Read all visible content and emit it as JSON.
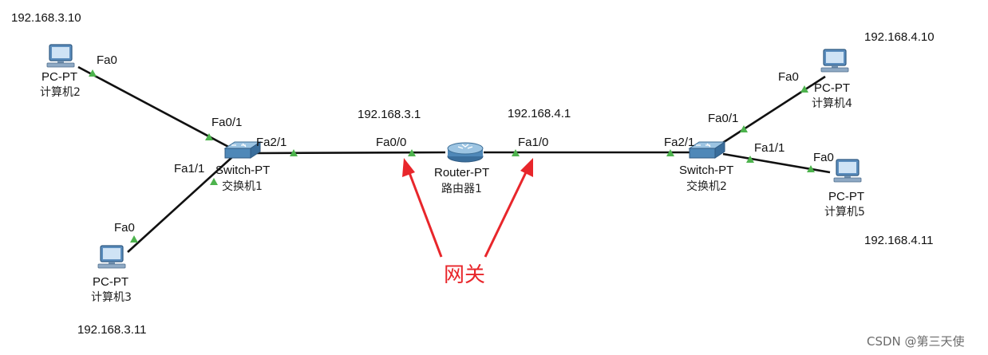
{
  "colors": {
    "link": "#111111",
    "link_up_marker": "#4db34d",
    "annotation": "#e8262b",
    "device_blue": "#4a7fb0"
  },
  "devices": {
    "pc2": {
      "type": "PC-PT",
      "name": "计算机2",
      "ip": "192.168.3.10",
      "port": "Fa0",
      "icon": "pc-icon"
    },
    "pc3": {
      "type": "PC-PT",
      "name": "计算机3",
      "ip": "192.168.3.11",
      "port": "Fa0",
      "icon": "pc-icon"
    },
    "pc4": {
      "type": "PC-PT",
      "name": "计算机4",
      "ip": "192.168.4.10",
      "port": "Fa0",
      "icon": "pc-icon"
    },
    "pc5": {
      "type": "PC-PT",
      "name": "计算机5",
      "ip": "192.168.4.11",
      "port": "Fa0",
      "icon": "pc-icon"
    },
    "switch1": {
      "type": "Switch-PT",
      "name": "交换机1",
      "ports": [
        "Fa0/1",
        "Fa1/1",
        "Fa2/1"
      ],
      "icon": "switch-icon"
    },
    "switch2": {
      "type": "Switch-PT",
      "name": "交换机2",
      "ports": [
        "Fa0/1",
        "Fa1/1",
        "Fa2/1"
      ],
      "icon": "switch-icon"
    },
    "router1": {
      "type": "Router-PT",
      "name": "路由器1",
      "icon": "router-icon",
      "interfaces": [
        {
          "port": "Fa0/0",
          "ip": "192.168.3.1"
        },
        {
          "port": "Fa1/0",
          "ip": "192.168.4.1"
        }
      ]
    }
  },
  "annotation": {
    "label": "网关"
  },
  "watermark": "CSDN @第三天使"
}
